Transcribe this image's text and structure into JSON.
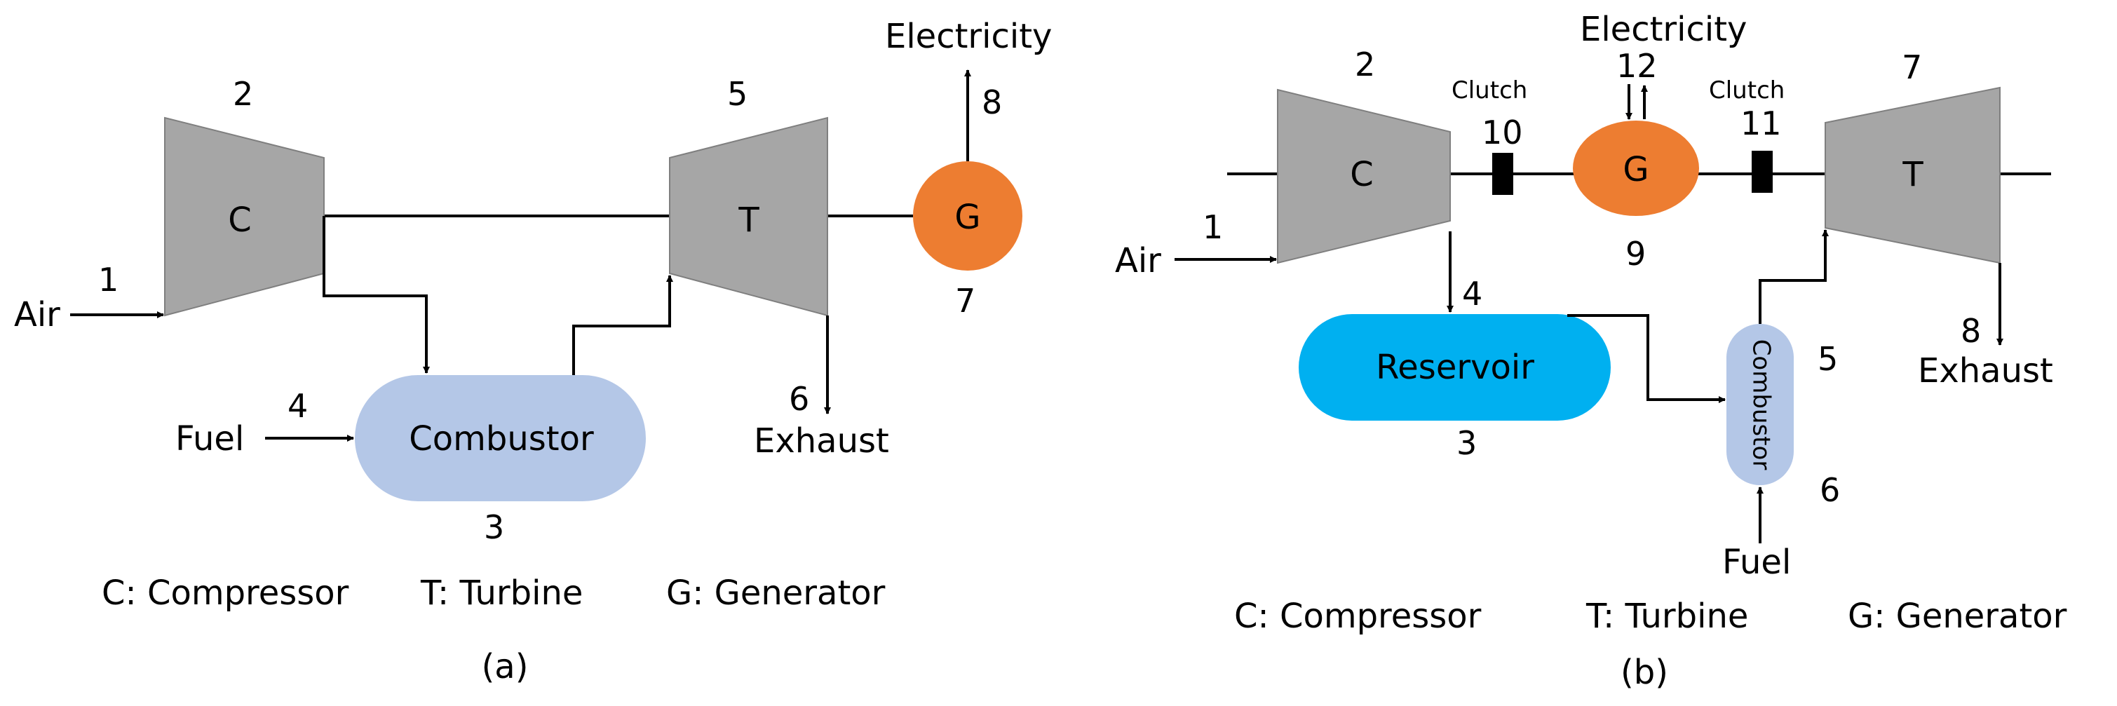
{
  "colors": {
    "machine": "#a6a6a6",
    "generator": "#ed7d31",
    "combustor": "#b4c7e7",
    "reservoir": "#00b0f0"
  },
  "panel_a": {
    "compressor_letter": "C",
    "turbine_letter": "T",
    "generator_letter": "G",
    "combustor_label": "Combustor",
    "air_label": "Air",
    "fuel_label": "Fuel",
    "exhaust_label": "Exhaust",
    "electricity_label": "Electricity",
    "numbers": [
      "1",
      "2",
      "3",
      "4",
      "5",
      "6",
      "7",
      "8"
    ],
    "legend": [
      "C: Compressor",
      "T: Turbine",
      "G: Generator"
    ],
    "caption": "(a)"
  },
  "panel_b": {
    "compressor_letter": "C",
    "turbine_letter": "T",
    "generator_letter": "G",
    "combustor_label": "Combustor",
    "reservoir_label": "Reservoir",
    "air_label": "Air",
    "fuel_label": "Fuel",
    "exhaust_label": "Exhaust",
    "electricity_label": "Electricity",
    "clutch_label": "Clutch",
    "numbers": [
      "1",
      "2",
      "3",
      "4",
      "5",
      "6",
      "7",
      "8",
      "9",
      "10",
      "11",
      "12"
    ],
    "legend": [
      "C: Compressor",
      "T: Turbine",
      "G: Generator"
    ],
    "caption": "(b)"
  }
}
